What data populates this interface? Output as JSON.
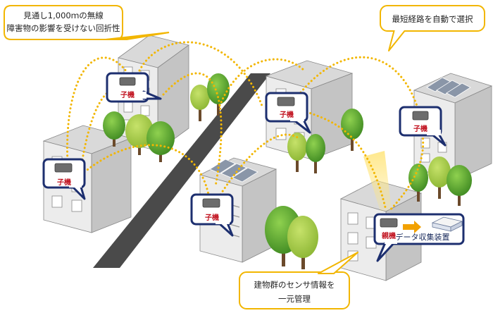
{
  "callouts": {
    "top_left": {
      "line1": "見通し1,000ｍの無線",
      "line2": "障害物の影響を受けない回折性"
    },
    "top_right": {
      "line1": "最短経路を自動で選択"
    },
    "bottom_center": {
      "line1": "建物群のセンサ情報を",
      "line2": "一元管理"
    }
  },
  "nodes": {
    "child_label": "子機",
    "parent_label": "親機",
    "collector_label": "データ収集装置"
  },
  "colors": {
    "callout_border": "#f2b600",
    "link_dots": "#f2b600",
    "node_border": "#1d2f6f",
    "child_text": "#c1121f",
    "road": "#4a4a4a",
    "building_front": "#ebebeb",
    "building_side": "#cfcfcf",
    "tree": "#4f9e2f"
  }
}
